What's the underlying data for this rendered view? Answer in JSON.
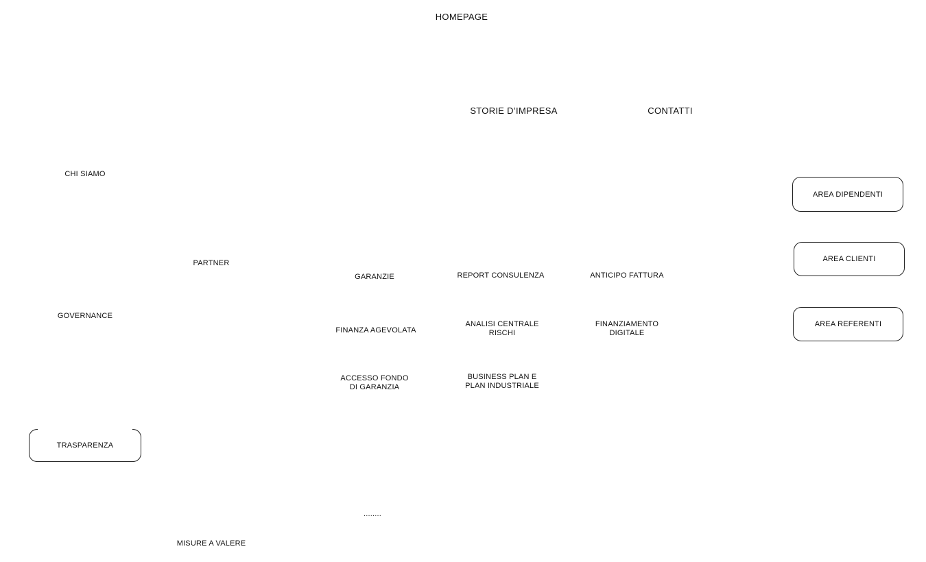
{
  "title": "HOMEPAGE",
  "top_nav": {
    "storie": "STORIE D’IMPRESA",
    "contatti": "CONTATTI"
  },
  "left_column": {
    "chi_siamo": "CHI SIAMO",
    "governance": "GOVERNANCE",
    "trasparenza": "TRASPARENZA"
  },
  "partner_column": {
    "partner": "PARTNER",
    "misure": "MISURE A VALERE"
  },
  "services": {
    "garanzie": "GARANZIE",
    "finanza_agevolata": "FINANZA AGEVOLATA",
    "accesso_fondo": "ACCESSO FONDO\nDI GARANZIA",
    "ellipsis": "........",
    "report_consulenza": "REPORT CONSULENZA",
    "analisi_centrale": "ANALISI CENTRALE\nRISCHI",
    "business_plan": "BUSINESS PLAN E\nPLAN INDUSTRIALE",
    "anticipo_fattura": "ANTICIPO FATTURA",
    "finanziamento_digitale": "FINANZIAMENTO\nDIGITALE"
  },
  "areas": {
    "dipendenti": "AREA DIPENDENTI",
    "clienti": "AREA CLIENTI",
    "referenti": "AREA REFERENTI"
  }
}
